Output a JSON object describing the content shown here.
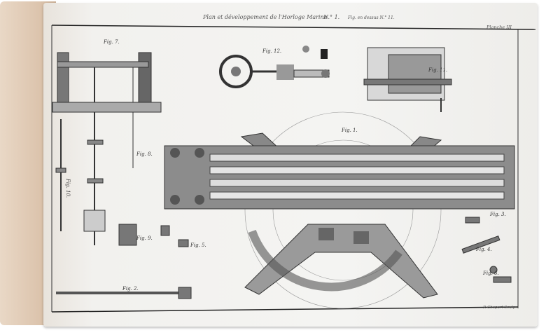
{
  "plate": {
    "title": "Plan et développement de l'Horloge Marine",
    "number": "N.° 1.",
    "subtitle": "Fig. en dessus N.° 11.",
    "planche": "Planche III",
    "engraver": "P. Chopart Sculp."
  },
  "figures": [
    "Fig. 7.",
    "Fig. 12.",
    "Fig. 11.",
    "Fig. 1.",
    "Fig. 8.",
    "Fig. 9.",
    "Fig. 5.",
    "Fig. 3.",
    "Fig. 4.",
    "Fig. 6.",
    "Fig. 2.",
    "Fig. 10."
  ]
}
